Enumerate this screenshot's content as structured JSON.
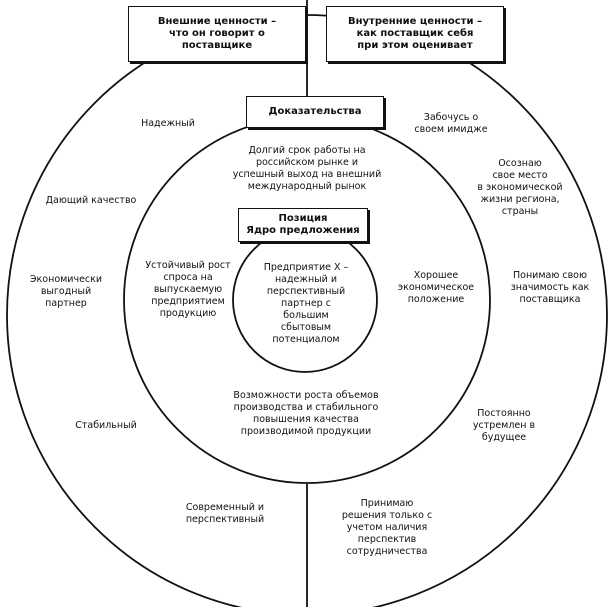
{
  "headers": {
    "external": "Внешние ценности –\nчто  он говорит о\nпоставщике",
    "internal": "Внутренние ценности –\nкак поставщик себя\nпри этом оценивает"
  },
  "proof_box": "Доказательства",
  "position_box": "Позиция\nЯдро предложения",
  "core_text": "Предприятие Х –\nнадежный и\nперспективный\nпартнер с большим\nсбытовым\nпотенциалом",
  "proof_texts": {
    "top": "Долгий срок работы на\nроссийском рынке и\nуспешный выход на внешний\nмеждународный  рынок",
    "left": "Устойчивый рост\nспроса на\nвыпускаемую\nпредприятием\nпродукцию",
    "right": "Хорошее\nэкономическое\nположение",
    "bottom": "Возможности роста объемов\nпроизводства и стабильного\nповышения качества\nпроизводимой продукции"
  },
  "external_values": [
    "Надежный",
    "Дающий качество",
    "Экономически\nвыгодный\nпартнер",
    "Стабильный",
    "Современный и\nперспективный"
  ],
  "internal_values": [
    "Забочусь о\nсвоем имидже",
    "Осознаю\nсвое место\nв экономической\nжизни региона,\nстраны",
    "Понимаю свою\nзначимость как\nпоставщика",
    "Постоянно\nустремлен в\nбудущее",
    "Принимаю\nрешения только с\nучетом наличия\nперспектив\nсотрудничества"
  ]
}
